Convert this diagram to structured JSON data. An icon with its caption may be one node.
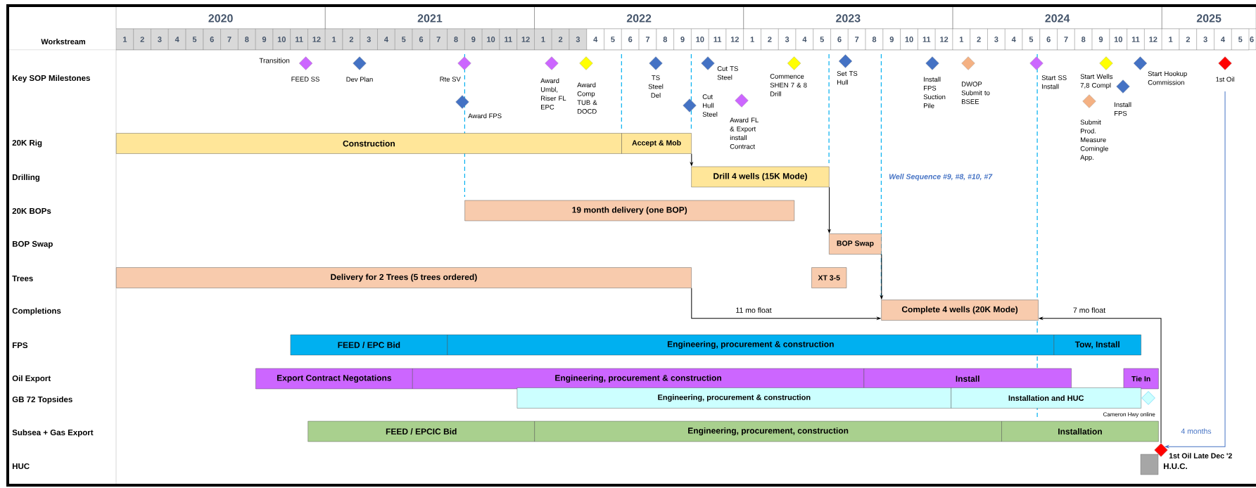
{
  "diagram": {
    "nodes": [
      {
        "text": [],
        "shape": "diamond",
        "beside": [
          "FEED SS"
        ]
      },
      {
        "text": [],
        "shape": "diamond",
        "beside": [
          "Dev Plan"
        ]
      },
      {
        "text": [],
        "shape": "diamond",
        "beside": [
          "Rte SV"
        ]
      },
      {
        "text": [],
        "shape": "diamond",
        "beside": [
          "Award FPS"
        ]
      },
      {
        "text": [],
        "shape": "diamond",
        "beside": [
          "Award Umbl, Riser FL EPC"
        ]
      },
      {
        "text": [],
        "shape": "diamond",
        "beside": [
          "Award Comp TUB & DOCD"
        ]
      },
      {
        "text": [],
        "shape": "diamond",
        "beside": [
          "TS Steel Del"
        ]
      },
      {
        "text": [],
        "shape": "diamond",
        "beside": [
          "Cut TS Steel"
        ]
      },
      {
        "text": [],
        "shape": "diamond",
        "beside": [
          "Cut Hull Steel"
        ]
      },
      {
        "text": [],
        "shape": "diamond",
        "beside": [
          "Award FL & Export install Contract"
        ]
      },
      {
        "text": [],
        "shape": "diamond",
        "beside": [
          "Commence SHEN 7 & 8 Drill"
        ]
      },
      {
        "text": [],
        "shape": "diamond",
        "beside": [
          "Set TS Hull"
        ]
      },
      {
        "text": [],
        "shape": "diamond",
        "beside": [
          "Install FPS Suction Pile"
        ]
      },
      {
        "text": [],
        "shape": "diamond",
        "beside": [
          "DWOP Submit to BSEE"
        ]
      },
      {
        "text": [],
        "shape": "diamond",
        "beside": [
          "Start SS Install"
        ]
      },
      {
        "text": [],
        "shape": "diamond",
        "beside": [
          "Start Wells 7,8 Compl"
        ]
      },
      {
        "text": [],
        "shape": "diamond",
        "beside": [
          "Submit Prod. Measure Comingle App."
        ]
      },
      {
        "text": [],
        "shape": "diamond",
        "beside": [
          "Install FPS"
        ]
      },
      {
        "text": [],
        "shape": "diamond",
        "beside": [
          "Start Hookup Commission"
        ]
      },
      {
        "text": [],
        "shape": "diamond",
        "beside": [
          "1st Oil"
        ]
      },
      {
        "text": [
          "Construction"
        ]
      },
      {
        "text": [
          "Accept & Mob"
        ]
      },
      {
        "text": [
          "Drill 4 wells (15K Mode)"
        ]
      },
      {
        "text": [
          "19 month delivery (one BOP)"
        ]
      },
      {
        "text": [
          "BOP Swap"
        ]
      },
      {
        "text": [
          "Delivery for 2 Trees (5 trees ordered)"
        ]
      },
      {
        "text": [
          "XT 3-5"
        ]
      },
      {
        "text": [
          "Complete 4 wells (20K Mode)"
        ]
      },
      {
        "text": [
          "FEED / EPC Bid"
        ]
      },
      {
        "text": [
          "Engineering, procurement & construction"
        ]
      },
      {
        "text": [
          "Tow, Install"
        ]
      },
      {
        "text": [
          "Export Contract Negotations"
        ]
      },
      {
        "text": [
          "Engineering, procurement & construction"
        ]
      },
      {
        "text": [
          "Install"
        ]
      },
      {
        "text": [
          "Tie In"
        ]
      },
      {
        "text": [
          "Engineering, procurement & construction"
        ]
      },
      {
        "text": [
          "Installation and HUC"
        ]
      },
      {
        "text": [],
        "shape": "diamond"
      },
      {
        "text": [
          "FEED / EPCIC Bid"
        ]
      },
      {
        "text": [
          "Engineering, procurement, construction"
        ]
      },
      {
        "text": [
          "Installation"
        ]
      },
      {
        "text": [],
        "shape": "diamond",
        "beside": [
          "1st Oil Late Dec '2"
        ]
      },
      {
        "text": [],
        "shape": "box",
        "beside": [
          "H.U.C."
        ]
      }
    ],
    "edges": [
      {
        "from": 21,
        "to": 22,
        "arrow": "to"
      },
      {
        "from": 22,
        "to": 24,
        "arrow": "to"
      },
      {
        "from": 24,
        "to": 27,
        "arrow": "to"
      },
      {
        "from": 25,
        "to": 27,
        "arrow": "to",
        "label": "11 mo float"
      },
      {
        "from": 41,
        "to": 27,
        "arrow": "to",
        "label": "7 mo float"
      },
      {
        "from": 19,
        "to": 41,
        "arrow": "to",
        "label": "4 months",
        "color": "#4472c4"
      }
    ],
    "labels": [
      "2020",
      "2021",
      "2022",
      "2023",
      "2024",
      "2025",
      "Workstream",
      "1",
      "2",
      "3",
      "4",
      "5",
      "6",
      "7",
      "8",
      "9",
      "10",
      "11",
      "12",
      "1",
      "2",
      "3",
      "4",
      "5",
      "6",
      "7",
      "8",
      "9",
      "10",
      "11",
      "12",
      "1",
      "2",
      "3",
      "4",
      "5",
      "6",
      "7",
      "8",
      "9",
      "10",
      "11",
      "12",
      "1",
      "2",
      "3",
      "4",
      "5",
      "6",
      "7",
      "8",
      "9",
      "10",
      "11",
      "12",
      "1",
      "2",
      "3",
      "4",
      "5",
      "6",
      "7",
      "8",
      "9",
      "10",
      "11",
      "12",
      "1",
      "2",
      "3",
      "4",
      "5",
      "6",
      "Key SOP Milestones",
      "20K Rig",
      "Drilling",
      "20K BOPs",
      "BOP Swap",
      "Trees",
      "Completions",
      "FPS",
      "Oil Export",
      "GB 72 Topsides",
      "Subsea + Gas Export",
      "HUC",
      "Transition",
      "Well Sequence #9, #8, #10, #7",
      "Cameron Hwy online"
    ]
  }
}
